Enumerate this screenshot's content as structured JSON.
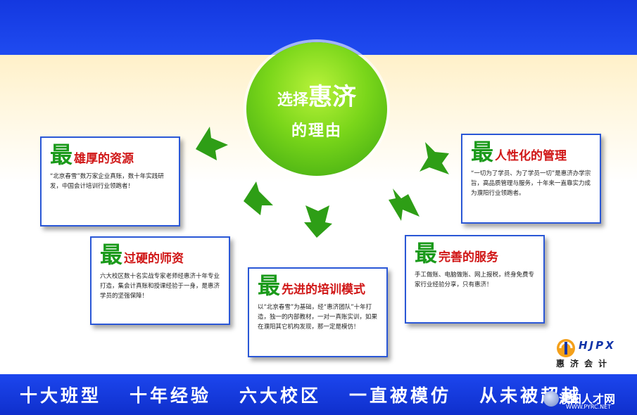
{
  "center": {
    "title_prefix": "选择",
    "title_main": "惠济",
    "subtitle": "的理由"
  },
  "boxes": [
    {
      "big": "最",
      "title": "雄厚的资源",
      "text": "“北京春雪”数万家企业真账，数十年实践研发，中国会计培训行业领跑者！"
    },
    {
      "big": "最",
      "title": "过硬的师资",
      "text": "六大校区数十名实战专家老师经惠济十年专业打造，集会计真账和授课经验于一身，是惠济学员的坚强保障！"
    },
    {
      "big": "最",
      "title": "先进的培训模式",
      "text": "以“北京春雪”为基础，经“惠济团队”十年打造，独一的内部教材，一对一真账实训，如果在濮阳其它机构发现，那一定是模仿！"
    },
    {
      "big": "最",
      "title": "完善的服务",
      "text": "手工做账、电脑做账、网上报税，终身免费专家行业经验分享，只有惠济！"
    },
    {
      "big": "最",
      "title": "人性化的管理",
      "text": "“一切为了学员、为了学员一切”是惠济办学宗旨，高品质管理与服务，十年来一直靠实力成为濮阳行业领跑者。"
    }
  ],
  "slogans": [
    "十大班型",
    "十年经验",
    "六大校区",
    "一直被模仿",
    "从未被超越"
  ],
  "logo": {
    "letters": "HJPX",
    "chinese": "惠济会计"
  },
  "watermark": {
    "name": "濮阳人才网",
    "url": "WWW.PYRC.NET"
  },
  "colors": {
    "band_blue": "#1c46ee",
    "circle_green": "#7ad61a",
    "box_border": "#2a57d6",
    "title_red": "#d01616",
    "accent_green": "#1a9a1a"
  }
}
